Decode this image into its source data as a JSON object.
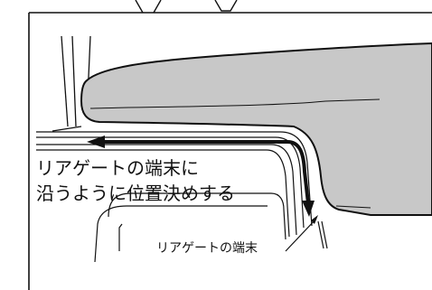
{
  "annotations": {
    "main_instruction_line1": "リアゲートの端末に",
    "main_instruction_line2": "沿うように位置決めする",
    "rear_gate_end": "リアゲートの端末"
  },
  "colors": {
    "outline": "#111111",
    "part_fill": "#c8c8c8",
    "arrow": "#111111",
    "background": "#ffffff"
  }
}
